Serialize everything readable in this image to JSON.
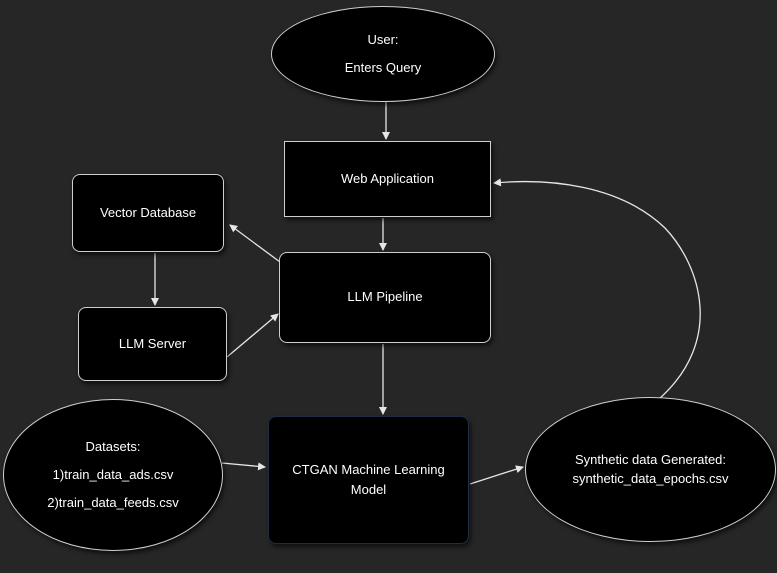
{
  "user": {
    "line1": "User:",
    "line2": "Enters Query"
  },
  "web_app": {
    "label": "Web Application"
  },
  "vector_db": {
    "label": "Vector Database"
  },
  "llm_pipeline": {
    "label": "LLM Pipeline"
  },
  "llm_server": {
    "label": "LLM Server"
  },
  "datasets": {
    "title": "Datasets:",
    "items": [
      "1)train_data_ads.csv",
      "2)train_data_feeds.csv"
    ]
  },
  "ctgan": {
    "line1": "CTGAN Machine Learning",
    "line2": "Model"
  },
  "synthetic": {
    "line1": "Synthetic data Generated:",
    "line2": "synthetic_data_epochs.csv"
  },
  "colors": {
    "background": "#262626",
    "node_fill": "#000000",
    "stroke": "#cfcfcf",
    "text": "#ffffff"
  }
}
